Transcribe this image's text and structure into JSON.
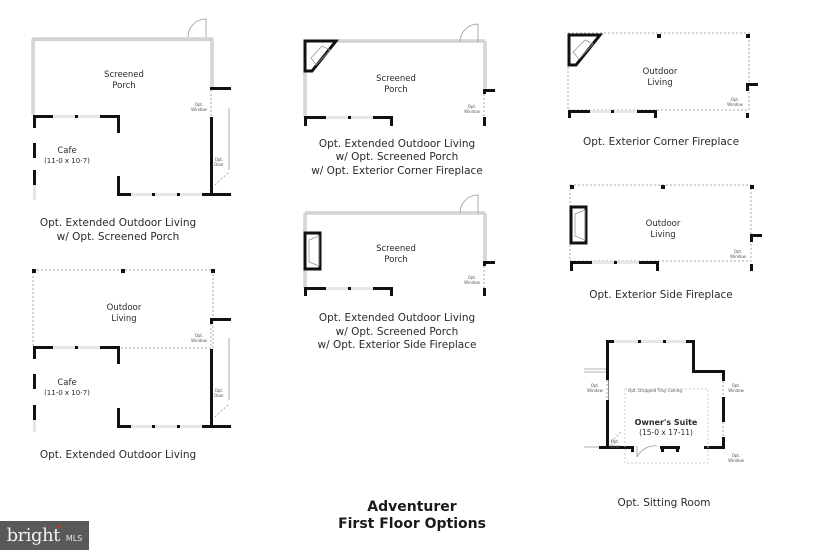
{
  "title": {
    "line1": "Adventurer",
    "line2": "First Floor Options"
  },
  "plans": [
    {
      "id": "ext-outdoor-screened",
      "caption_line1": "Opt. Extended Outdoor Living",
      "caption_line2": "w/ Opt. Screened Porch",
      "room_label_line1": "Screened",
      "room_label_line2": "Porch",
      "cafe_label": "Cafe",
      "cafe_dims": "(11-0 x 10-7)",
      "opt_window_1": "Opt.",
      "opt_window_2": "Window",
      "opt_door_1": "Opt.",
      "opt_door_2": "Door"
    },
    {
      "id": "ext-outdoor-screened-corner-fp",
      "caption_line1": "Opt. Extended Outdoor Living",
      "caption_line2": "w/ Opt. Screened Porch",
      "caption_line3": "w/ Opt. Exterior Corner Fireplace",
      "room_label_line1": "Screened",
      "room_label_line2": "Porch",
      "opt_window_1": "Opt.",
      "opt_window_2": "Window"
    },
    {
      "id": "ext-corner-fp",
      "caption_line1": "Opt. Exterior Corner Fireplace",
      "room_label_line1": "Outdoor",
      "room_label_line2": "Living",
      "opt_window_1": "Opt.",
      "opt_window_2": "Window"
    },
    {
      "id": "ext-outdoor-screened-side-fp",
      "caption_line1": "Opt. Extended Outdoor Living",
      "caption_line2": "w/ Opt. Screened Porch",
      "caption_line3": "w/ Opt. Exterior Side Fireplace",
      "room_label_line1": "Screened",
      "room_label_line2": "Porch",
      "opt_window_1": "Opt.",
      "opt_window_2": "Window"
    },
    {
      "id": "ext-side-fp",
      "caption_line1": "Opt. Exterior Side Fireplace",
      "room_label_line1": "Outdoor",
      "room_label_line2": "Living",
      "opt_window_1": "Opt.",
      "opt_window_2": "Window"
    },
    {
      "id": "ext-outdoor",
      "caption_line1": "Opt. Extended Outdoor Living",
      "room_label_line1": "Outdoor",
      "room_label_line2": "Living",
      "cafe_label": "Cafe",
      "cafe_dims": "(11-0 x 10-7)",
      "opt_window_1": "Opt.",
      "opt_window_2": "Window",
      "opt_door_1": "Opt.",
      "opt_door_2": "Door"
    },
    {
      "id": "sitting-room",
      "caption_line1": "Opt. Sitting Room",
      "room_label": "Owner's Suite",
      "room_dims": "(15-0 x 17-11)",
      "tray_ceiling": "Opt. Dropped Tray Ceiling",
      "opt_window_1": "Opt.",
      "opt_window_2": "Window",
      "opt_door_1": "Opt.",
      "opt_door_2": "Door"
    }
  ],
  "logo": {
    "word": "bright",
    "suffix": "MLS"
  }
}
